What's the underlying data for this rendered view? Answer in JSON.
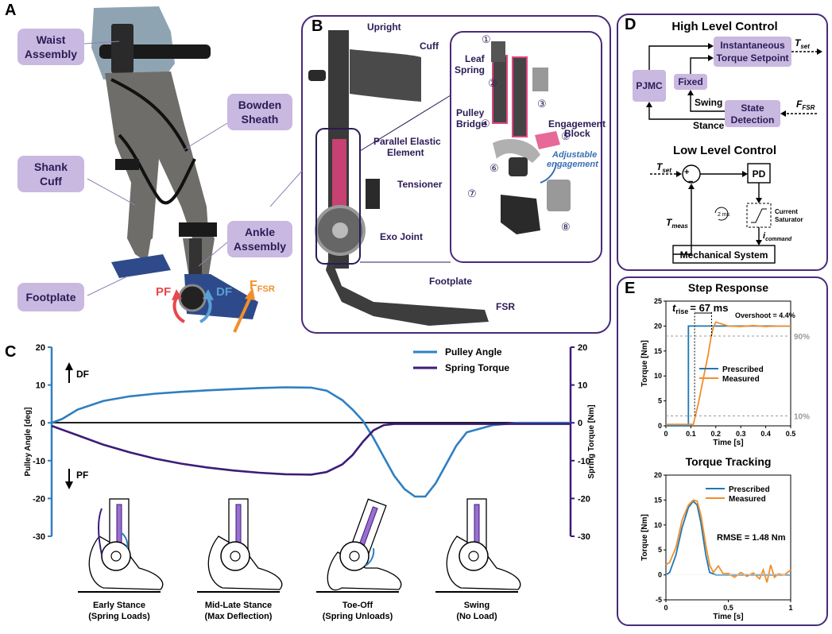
{
  "panels": {
    "a": "A",
    "b": "B",
    "c": "C",
    "d": "D",
    "e": "E"
  },
  "panel_a": {
    "labels": {
      "waist": [
        "Waist",
        "Assembly"
      ],
      "bowden": [
        "Bowden",
        "Sheath"
      ],
      "shank": [
        "Shank",
        "Cuff"
      ],
      "ankle": [
        "Ankle",
        "Assembly"
      ],
      "footplate": "Footplate"
    },
    "arrows": {
      "pf": "PF",
      "df": "DF",
      "f_main": "F",
      "f_sub": "FSR"
    },
    "colors": {
      "pf": "#e8474c",
      "df": "#5a9fd4",
      "force": "#f0902a"
    }
  },
  "panel_b": {
    "labels": {
      "upright": "Upright",
      "cuff": "Cuff",
      "pee": [
        "Parallel Elastic",
        "Element"
      ],
      "tensioner": "Tensioner",
      "exo_joint": "Exo Joint",
      "footplate": "Footplate",
      "fsr": "FSR",
      "leaf_spring": [
        "Leaf",
        "Spring"
      ],
      "pulley_bridge": [
        "Pulley",
        "Bridge"
      ],
      "engagement_block": [
        "Engagement",
        "Block"
      ],
      "adjustable": [
        "Adjustable",
        "engagement"
      ]
    },
    "numbers": [
      "①",
      "②",
      "③",
      "④",
      "⑤",
      "⑥",
      "⑦",
      "⑧"
    ]
  },
  "panel_c": {
    "legend": {
      "pulley": "Pulley Angle",
      "spring": "Spring Torque"
    },
    "ylabel_left": "Pulley Angle [deg]",
    "ylabel_right": "Spring Torque [Nm]",
    "df": "DF",
    "pf": "PF",
    "ticks": [
      "20",
      "10",
      "0",
      "-10",
      "-20",
      "-30"
    ],
    "phases": [
      [
        "Early Stance",
        "(Spring Loads)"
      ],
      [
        "Mid-Late Stance",
        "(Max Deflection)"
      ],
      [
        "Toe-Off",
        "(Spring Unloads)"
      ],
      [
        "Swing",
        "(No Load)"
      ]
    ],
    "colors": {
      "pulley": "#2f7fc1",
      "spring": "#3b1c78"
    }
  },
  "panel_d": {
    "high_title": "High Level Control",
    "low_title": "Low Level Control",
    "boxes": {
      "pjmc": "PJMC",
      "inst": [
        "Instantaneous",
        "Torque Setpoint"
      ],
      "fixed": "Fixed",
      "state": [
        "State",
        "Detection"
      ],
      "pd": "PD",
      "mech": "Mechanical System"
    },
    "labels": {
      "swing": "Swing",
      "stance": "Stance",
      "t_set": "T",
      "t_set_sub": "set",
      "f_fsr": "F",
      "f_fsr_sub": "FSR",
      "t_meas": "T",
      "t_meas_sub": "meas",
      "i_cmd": "i",
      "i_cmd_sub": "command",
      "plus": "+",
      "minus": "−",
      "dt": "2 ms",
      "sat": [
        "Current",
        "Saturator"
      ]
    }
  },
  "chart_data": [
    {
      "id": "pulley-angle-spring-torque",
      "type": "line",
      "xlabel": "",
      "ylabel": "Pulley Angle [deg]",
      "ylabel_right": "Spring Torque [Nm]",
      "ylim": [
        -30,
        20
      ],
      "ylim_right": [
        -30,
        20
      ],
      "yticks": [
        20,
        10,
        0,
        -10,
        -20,
        -30
      ],
      "x": [
        0,
        2,
        5,
        10,
        15,
        20,
        25,
        30,
        35,
        40,
        45,
        50,
        53,
        56,
        58,
        60,
        62,
        64,
        66,
        68,
        70,
        72,
        74,
        76,
        78,
        80,
        85,
        90,
        95,
        100
      ],
      "series": [
        {
          "name": "Pulley Angle",
          "color": "#2f7fc1",
          "values": [
            0,
            1.0,
            3.5,
            5.8,
            7.0,
            7.7,
            8.2,
            8.6,
            8.9,
            9.2,
            9.4,
            9.3,
            8.5,
            6.0,
            3.5,
            0.5,
            -4,
            -9,
            -14,
            -17.5,
            -19.5,
            -19.5,
            -16,
            -11,
            -6,
            -2.5,
            -0.6,
            0,
            0,
            0
          ]
        },
        {
          "name": "Spring Torque",
          "color": "#3b1c78",
          "values": [
            -0.8,
            -1.8,
            -3.3,
            -5.8,
            -7.8,
            -9.5,
            -10.8,
            -11.8,
            -12.6,
            -13.2,
            -13.6,
            -13.7,
            -13.0,
            -11.0,
            -8.5,
            -5.0,
            -2.0,
            -0.6,
            -0.3,
            -0.3,
            -0.3,
            -0.3,
            -0.3,
            -0.3,
            -0.3,
            -0.3,
            -0.3,
            -0.3,
            -0.3,
            -0.3
          ]
        }
      ]
    },
    {
      "id": "step-response",
      "type": "line",
      "title": "Step Response",
      "xlabel": "Time [s]",
      "ylabel": "Torque [Nm]",
      "xlim": [
        0,
        0.5
      ],
      "ylim": [
        0,
        25
      ],
      "xticks": [
        0,
        0.1,
        0.2,
        0.3,
        0.4,
        0.5
      ],
      "yticks": [
        0,
        5,
        10,
        15,
        20,
        25
      ],
      "annotations": {
        "rise_t": "t",
        "rise_sub": "rise",
        "rise_val": "= 67 ms",
        "overshoot": "Overshoot = 4.4%",
        "p90": "90%",
        "p10": "10%"
      },
      "series": [
        {
          "name": "Prescribed",
          "color": "#1f77b4",
          "x": [
            0,
            0.09,
            0.09,
            0.5
          ],
          "values": [
            0,
            0,
            20,
            20
          ]
        },
        {
          "name": "Measured",
          "color": "#f28e2b",
          "x": [
            0,
            0.11,
            0.13,
            0.15,
            0.17,
            0.18,
            0.19,
            0.2,
            0.22,
            0.25,
            0.3,
            0.35,
            0.4,
            0.45,
            0.5
          ],
          "values": [
            0.3,
            0.3,
            4.5,
            9.5,
            14.5,
            17.5,
            19.8,
            20.8,
            20.5,
            20.0,
            19.9,
            20.1,
            19.9,
            20.0,
            20.0
          ]
        }
      ]
    },
    {
      "id": "torque-tracking",
      "type": "line",
      "title": "Torque Tracking",
      "xlabel": "Time [s]",
      "ylabel": "Torque [Nm]",
      "xlim": [
        0,
        1.0
      ],
      "ylim": [
        -5,
        20
      ],
      "xticks": [
        0,
        0.5,
        1.0
      ],
      "yticks": [
        20,
        15,
        10,
        5,
        0,
        -5
      ],
      "annotations": {
        "rmse": "RMSE = 1.48 Nm"
      },
      "series": [
        {
          "name": "Prescribed",
          "color": "#1f77b4",
          "x": [
            0,
            0.03,
            0.08,
            0.13,
            0.18,
            0.22,
            0.25,
            0.28,
            0.32,
            0.35,
            0.4,
            1.0
          ],
          "values": [
            0,
            0.5,
            4,
            9.5,
            13.5,
            14.8,
            14.0,
            10.5,
            4.0,
            0.5,
            0,
            0
          ]
        },
        {
          "name": "Measured",
          "color": "#f28e2b",
          "x": [
            0,
            0.03,
            0.08,
            0.13,
            0.18,
            0.22,
            0.25,
            0.28,
            0.32,
            0.35,
            0.38,
            0.42,
            0.46,
            0.5,
            0.55,
            0.6,
            0.65,
            0.7,
            0.75,
            0.78,
            0.81,
            0.84,
            0.87,
            0.9,
            0.95,
            1.0
          ],
          "values": [
            2,
            2.5,
            5.5,
            11,
            14,
            15,
            14.8,
            12,
            6,
            2,
            0.5,
            1.8,
            0.2,
            0.3,
            -0.5,
            0.5,
            -0.3,
            0.4,
            -0.8,
            1.0,
            -1.5,
            2.0,
            -0.5,
            0.2,
            0,
            1.0
          ]
        }
      ]
    }
  ]
}
